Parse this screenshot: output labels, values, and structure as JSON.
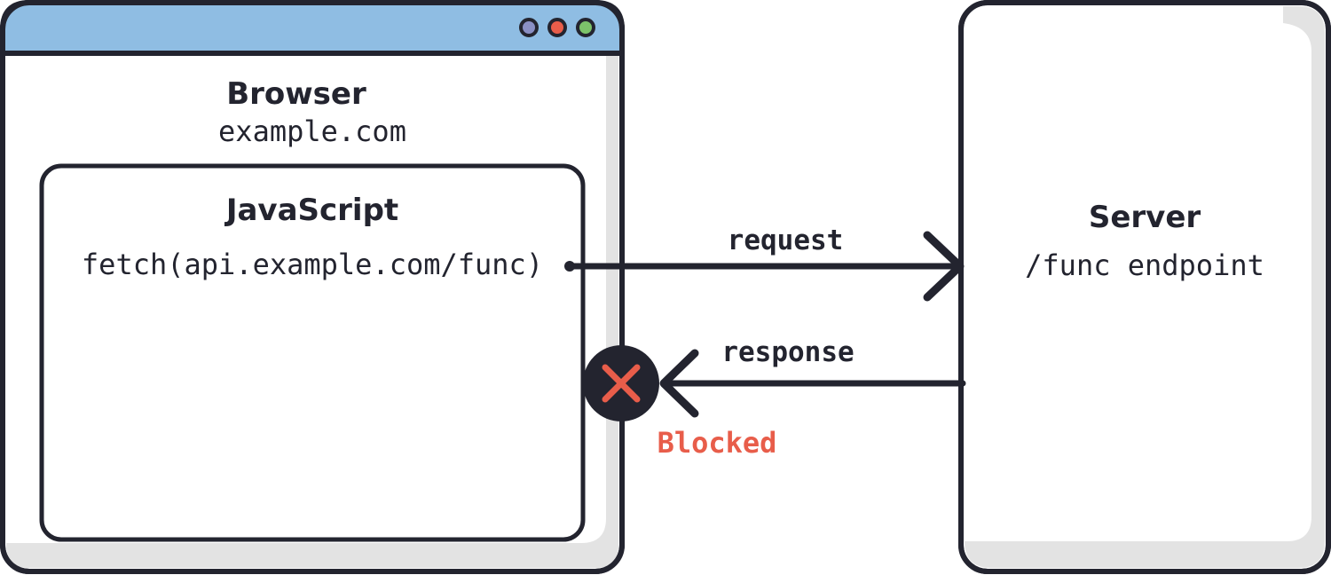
{
  "browser": {
    "title": "Browser",
    "origin": "example.com",
    "titlebar_color": "#8fbde3",
    "window_dots": [
      {
        "name": "purple-dot",
        "color": "#8a8fc4"
      },
      {
        "name": "red-dot",
        "color": "#e85d4a"
      },
      {
        "name": "green-dot",
        "color": "#7cc36a"
      }
    ]
  },
  "javascript": {
    "title": "JavaScript",
    "code": "fetch(api.example.com/func)"
  },
  "server": {
    "title": "Server",
    "endpoint": "/func endpoint"
  },
  "arrows": {
    "request_label": "request",
    "response_label": "response"
  },
  "status": {
    "blocked_label": "Blocked",
    "blocked_icon": "x-mark-icon",
    "blocked_color": "#e85d4a"
  },
  "colors": {
    "outline": "#23242f",
    "shadow": "#e3e3e3",
    "background": "#ffffff"
  }
}
